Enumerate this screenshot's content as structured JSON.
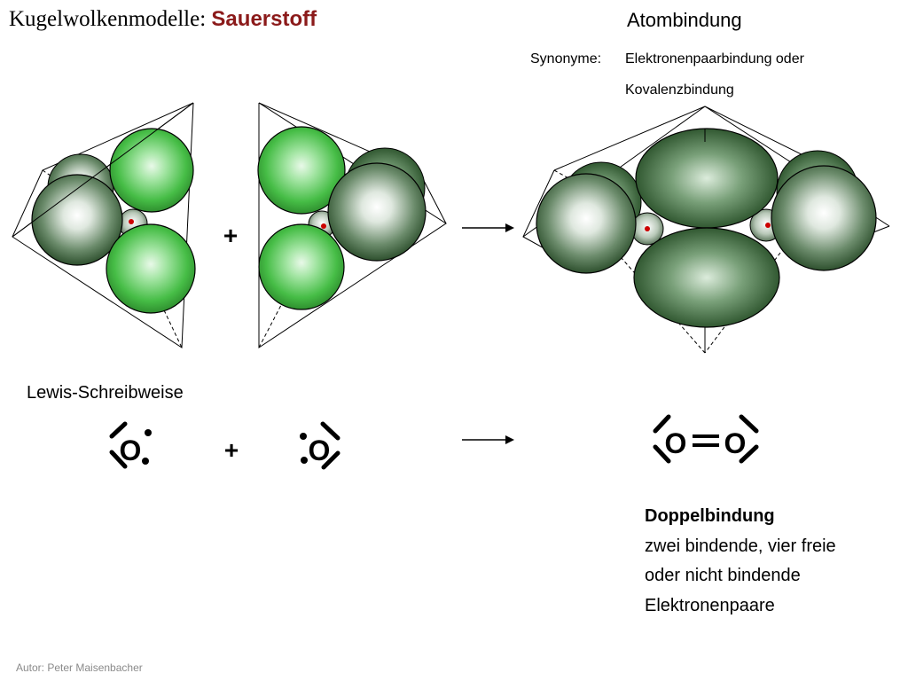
{
  "header": {
    "title_prefix": "Kugelwolkenmodelle:",
    "title_element": "Sauerstoff",
    "bond_type": "Atombindung",
    "synonyms_label": "Synonyme:",
    "synonyms_line1": "Elektronenpaarbindung oder",
    "synonyms_line2": "Kovalenzbindung"
  },
  "model": {
    "plus_symbol": "+"
  },
  "lewis": {
    "label": "Lewis-Schreibweise",
    "atom_symbol": "O",
    "plus_symbol": "+"
  },
  "description": {
    "heading": "Doppelbindung",
    "line1": "zwei bindende, vier freie",
    "line2": "oder nicht bindende",
    "line3": "Elektronenpaare"
  },
  "footer": {
    "author": "Autor: Peter Maisenbacher"
  },
  "colors": {
    "title_element": "#8b1a1a",
    "bonding_green": "#3cb83c",
    "lone_pair_gray": "#2e5e2e",
    "nucleus_red": "#cc0000"
  }
}
